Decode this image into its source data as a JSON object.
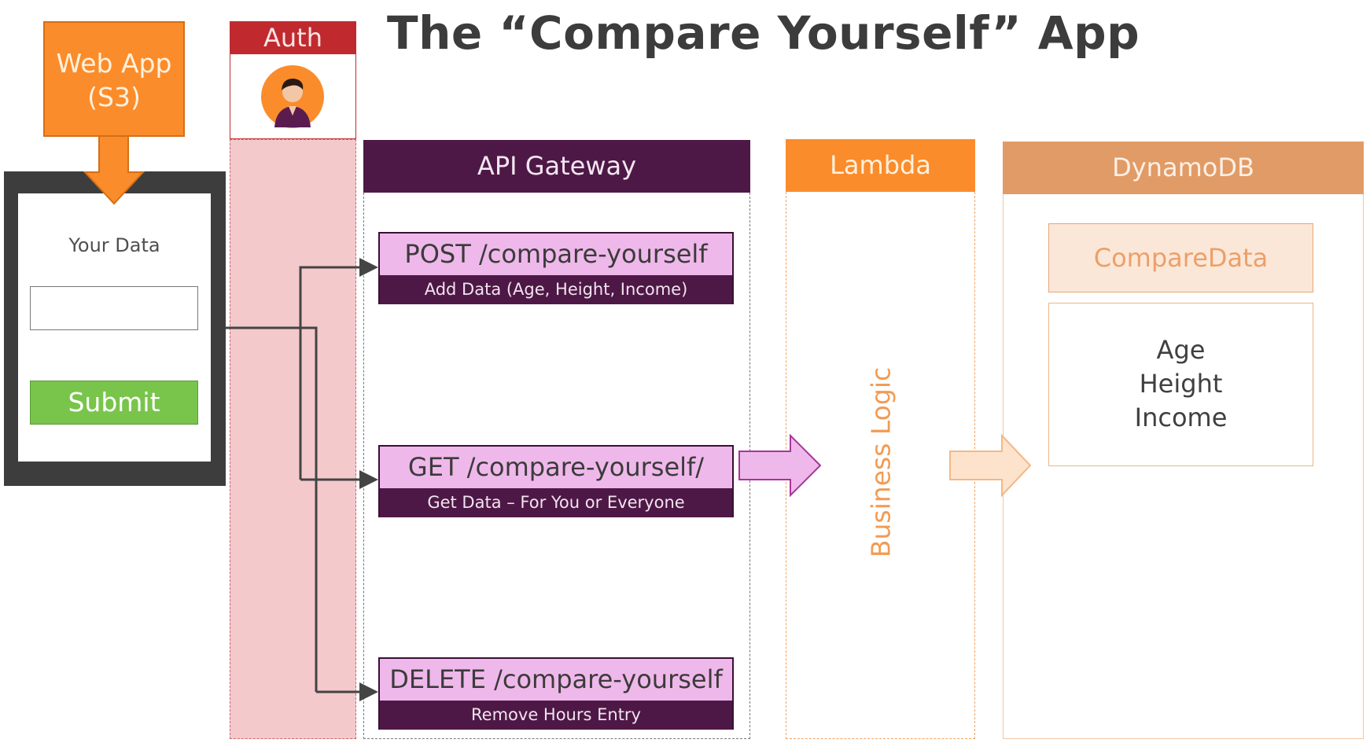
{
  "title": "The “Compare Yourself” App",
  "web_app": {
    "line1": "Web App",
    "line2": "(S3)"
  },
  "form": {
    "label": "Your Data",
    "input_value": "",
    "submit_label": "Submit"
  },
  "auth": {
    "label": "Auth"
  },
  "api_gateway": {
    "label": "API Gateway",
    "endpoints": [
      {
        "route": "POST /compare-yourself",
        "description": "Add Data (Age, Height, Income)"
      },
      {
        "route": "GET /compare-yourself/",
        "description": "Get Data – For You or Everyone"
      },
      {
        "route": "DELETE /compare-yourself",
        "description": "Remove Hours Entry"
      }
    ]
  },
  "lambda": {
    "label": "Lambda",
    "body": "Business Logic"
  },
  "dynamodb": {
    "label": "DynamoDB",
    "table": "CompareData",
    "attributes": [
      "Age",
      "Height",
      "Income"
    ]
  },
  "colors": {
    "web_app": "#fb8c2b",
    "auth": "#c02a2e",
    "auth_column": "#f3c9cb",
    "api_gateway": "#4e1846",
    "endpoint_route": "#efb8ea",
    "lambda": "#fb8c2b",
    "dynamodb": "#e19b66",
    "submit": "#79c44b"
  }
}
